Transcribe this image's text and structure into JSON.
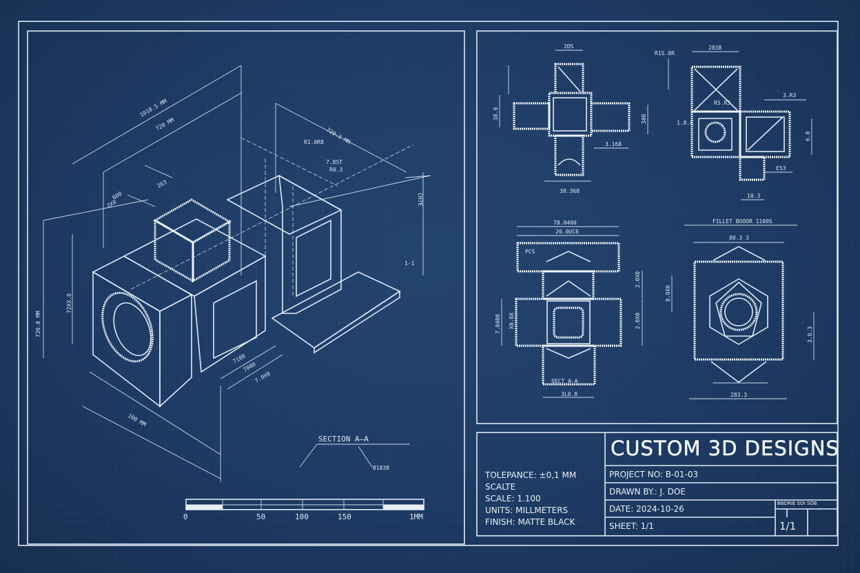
{
  "colors": {
    "background": "#1d3a63",
    "line": "#dfe9f5"
  },
  "isometric_view": {
    "dimensions": [
      "1010.5 MM",
      "720 MM",
      "720.3 MM",
      "R1.0R8",
      "7.8ST",
      "R0.3",
      "600",
      "2X0",
      "263",
      "72XX.0",
      "720.0 MM",
      "7100",
      "1-1",
      "CH7E",
      "7000",
      "7.0X0",
      "100 MM"
    ],
    "section_label": "SECTION A—A",
    "section_callout": "B1838"
  },
  "scale_bar": {
    "labels": [
      "0",
      "50",
      "100",
      "150",
      "1MM"
    ]
  },
  "orthographic_views": {
    "top_left": [
      "2DS",
      "38.9",
      "380",
      "3.168",
      "38.368"
    ],
    "top_right": [
      "2838",
      "R1S.0R",
      "3.R3",
      "R5.R3",
      "6.8",
      "1.8.0",
      "E53",
      "10.3"
    ],
    "bottom_left": [
      "78.0400",
      "20.0UC8",
      "PCS",
      "2.0X0",
      "7.8400",
      "X0.0X",
      "2.0X0",
      "SECT A-A",
      "3L0.8"
    ],
    "bottom_right": [
      "FILLET BOOOR 1100S",
      "80.3 3",
      "8.0X0",
      "3.0.3",
      "283.3"
    ]
  },
  "title_block": {
    "company": "CUSTOM 3D DESIGNS",
    "project": "PROJECT NO: B-01-03",
    "drawn_by": "DRAWN BY.: J. DOE",
    "date": "DATE: 2024-10-26",
    "sheet": "SHEET: 1/1",
    "revision_header": "BBDRIE SOI SOB",
    "sheet_count": "1/1",
    "notes": [
      "TOLEPANCE: ±0,1 MM",
      "SCALTE",
      "SCALE: 1.100",
      "UNITS: MILLMETERS",
      "FINISH: MATTE BLACK"
    ]
  }
}
